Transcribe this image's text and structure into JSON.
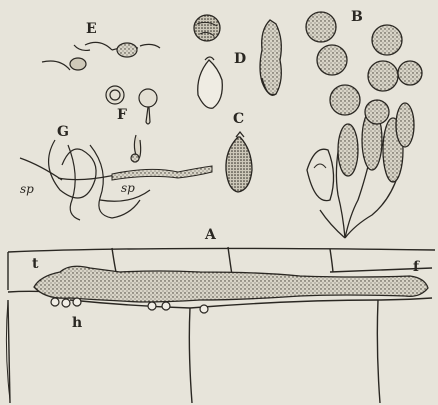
{
  "colors": {
    "paper": "#e7e4da",
    "ink": "#2a2722",
    "stipple": "#5b574e"
  },
  "labels": {
    "A": "A",
    "B": "B",
    "C": "C",
    "D": "D",
    "E": "E",
    "F": "F",
    "G": "G",
    "sp_left": "sp",
    "sp_right": "sp",
    "h": "h",
    "t": "t",
    "f": "f"
  }
}
